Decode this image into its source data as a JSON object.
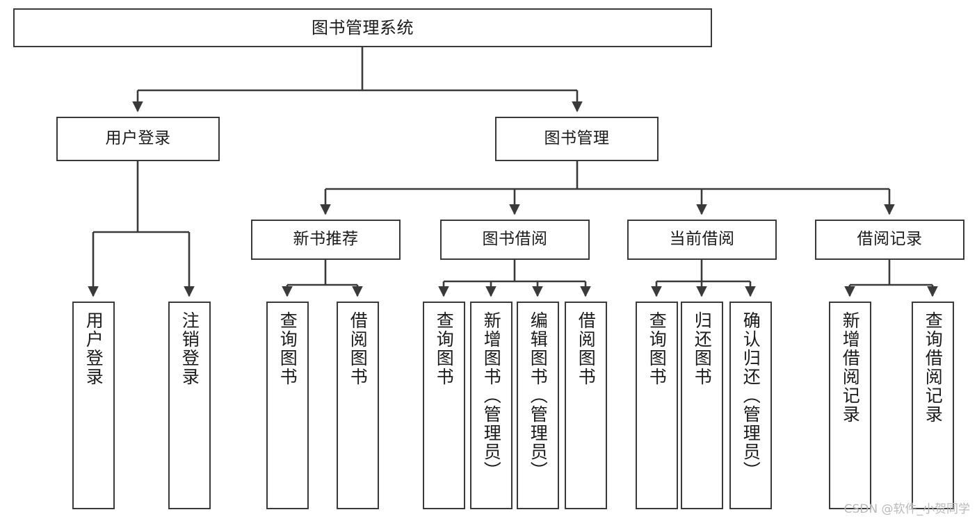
{
  "diagram": {
    "title": "图书管理系统",
    "type": "tree-hierarchy",
    "levels": 4
  },
  "root": {
    "id": "root",
    "label": "图书管理系统"
  },
  "level2": [
    {
      "id": "user-login",
      "label": "用户登录"
    },
    {
      "id": "book-management",
      "label": "图书管理"
    }
  ],
  "level3": [
    {
      "id": "new-book-recommend",
      "label": "新书推荐",
      "parent": "book-management"
    },
    {
      "id": "book-borrow",
      "label": "图书借阅",
      "parent": "book-management"
    },
    {
      "id": "current-borrow",
      "label": "当前借阅",
      "parent": "book-management"
    },
    {
      "id": "borrow-record",
      "label": "借阅记录",
      "parent": "book-management"
    }
  ],
  "leaves": {
    "user_login": [
      {
        "id": "leaf-user-login",
        "label": "用户登录"
      },
      {
        "id": "leaf-logout",
        "label": "注销登录"
      }
    ],
    "new_book_recommend": [
      {
        "id": "leaf-query-book-1",
        "label": "查询图书"
      },
      {
        "id": "leaf-borrow-book-1",
        "label": "借阅图书"
      }
    ],
    "book_borrow": [
      {
        "id": "leaf-query-book-2",
        "label": "查询图书"
      },
      {
        "id": "leaf-add-book",
        "label": "新增图书（管理员）"
      },
      {
        "id": "leaf-edit-book",
        "label": "编辑图书（管理员）"
      },
      {
        "id": "leaf-borrow-book-2",
        "label": "借阅图书"
      }
    ],
    "current_borrow": [
      {
        "id": "leaf-query-book-3",
        "label": "查询图书"
      },
      {
        "id": "leaf-return-book",
        "label": "归还图书"
      },
      {
        "id": "leaf-confirm-return",
        "label": "确认归还（管理员）"
      }
    ],
    "borrow_record": [
      {
        "id": "leaf-add-record",
        "label": "新增借阅记录"
      },
      {
        "id": "leaf-query-record",
        "label": "查询借阅记录"
      }
    ]
  },
  "watermark": {
    "text": "CSDN @软件_小贺同学"
  },
  "colors": {
    "stroke": "#3a3a3a",
    "fill": "#ffffff",
    "text": "#1a1a1a",
    "watermark": "#b9b9b9"
  }
}
